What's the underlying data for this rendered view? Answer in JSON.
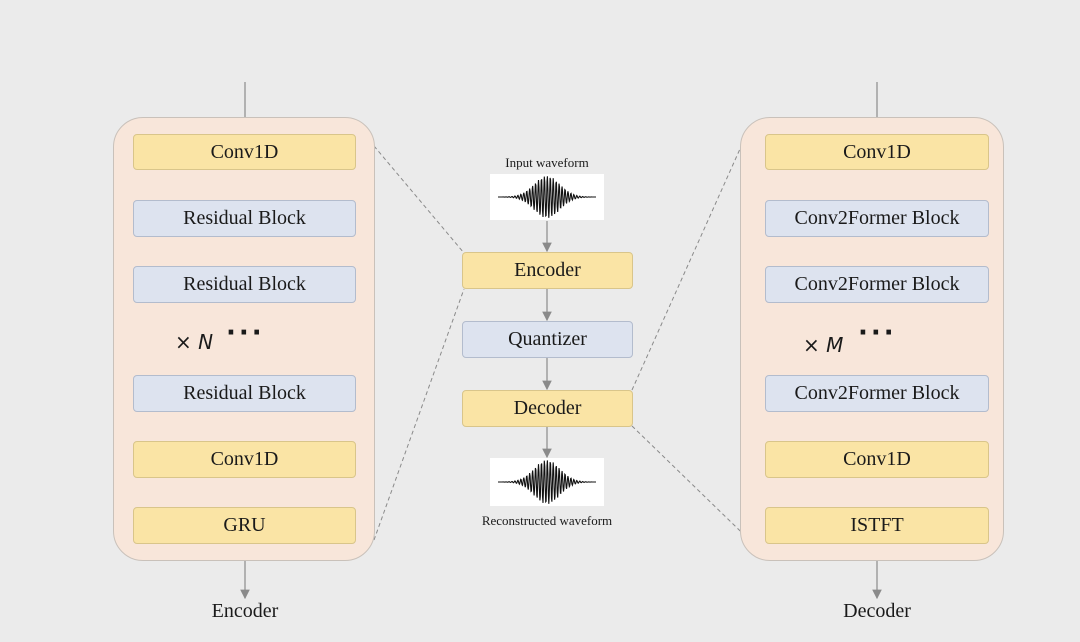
{
  "encoder_panel": {
    "blocks": [
      "Conv1D",
      "Residual Block",
      "Residual Block",
      "Residual Block",
      "Conv1D",
      "GRU"
    ],
    "repeat_label": "× N",
    "caption": "Encoder"
  },
  "center": {
    "input_label": "Input waveform",
    "blocks": [
      "Encoder",
      "Quantizer",
      "Decoder"
    ],
    "output_label": "Reconstructed waveform"
  },
  "decoder_panel": {
    "blocks": [
      "Conv1D",
      "Conv2Former Block",
      "Conv2Former Block",
      "Conv2Former Block",
      "Conv1D",
      "ISTFT"
    ],
    "repeat_label": "× M",
    "caption": "Decoder"
  },
  "ellipsis": "···",
  "colors": {
    "background": "#ebebeb",
    "panel": "#f8e6da",
    "yellow_block": "#fae4a5",
    "blue_block": "#dde3ef",
    "arrow": "#8a8a8a"
  }
}
